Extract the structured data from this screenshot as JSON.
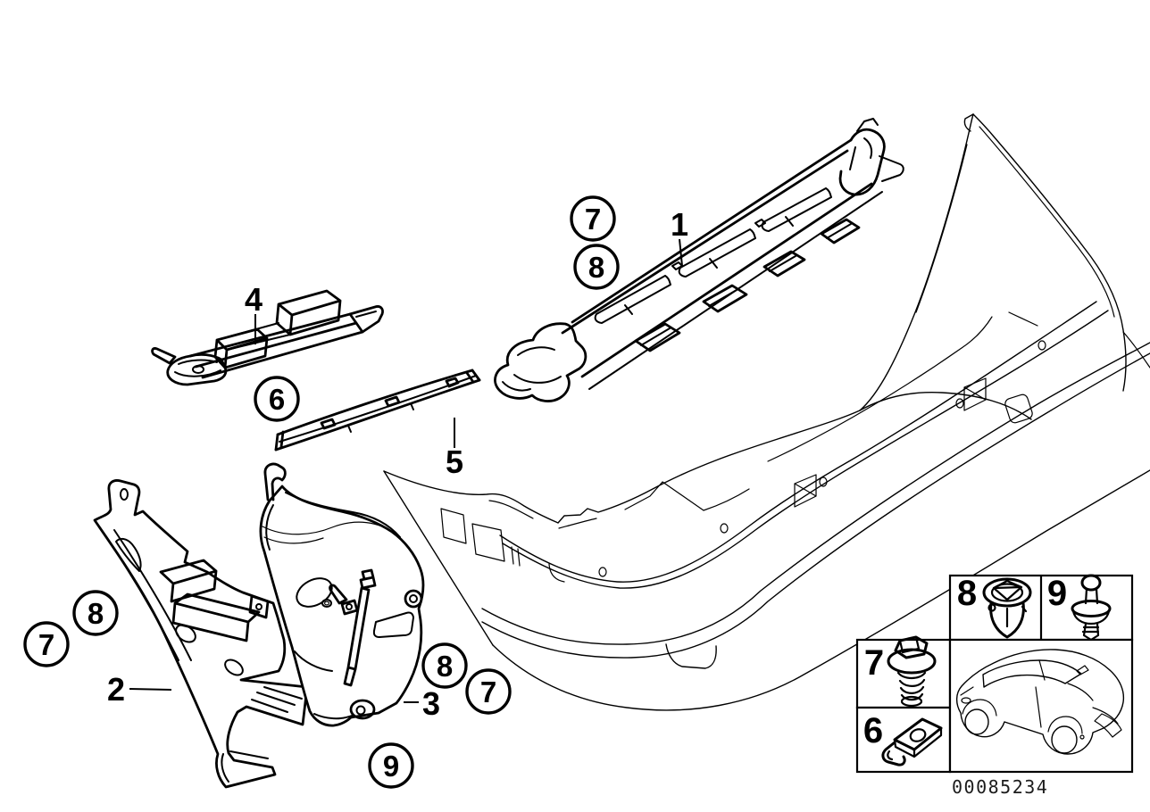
{
  "diagram": {
    "background_color": "#ffffff",
    "line_color": "#000000",
    "part_labels": [
      {
        "ref": "1"
      },
      {
        "ref": "2"
      },
      {
        "ref": "3"
      },
      {
        "ref": "4"
      },
      {
        "ref": "5"
      }
    ],
    "callouts": [
      {
        "ref": "7"
      },
      {
        "ref": "8"
      },
      {
        "ref": "6"
      },
      {
        "ref": "8"
      },
      {
        "ref": "7"
      },
      {
        "ref": "8"
      },
      {
        "ref": "7"
      },
      {
        "ref": "9"
      }
    ],
    "legend": {
      "cells": [
        {
          "ref": "8",
          "icon": "expanding-rivet-clip-icon"
        },
        {
          "ref": "9",
          "icon": "expansion-rivet-pin-icon"
        },
        {
          "ref": "7",
          "icon": "hex-screw-with-washer-icon"
        },
        {
          "ref": "6",
          "icon": "sheet-metal-clip-nut-icon"
        }
      ],
      "vehicle_thumbnail": "car-rear-three-quarter-icon"
    },
    "footer": {
      "document_number": "00085234"
    }
  }
}
